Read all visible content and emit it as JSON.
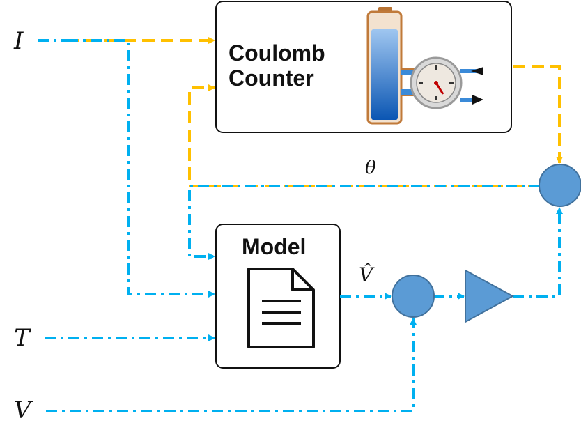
{
  "inputs": {
    "current": "I",
    "temperature": "T",
    "voltage": "V"
  },
  "blocks": {
    "coulomb_counter": {
      "line1": "Coulomb",
      "line2": "Counter"
    },
    "model": {
      "title": "Model"
    }
  },
  "signals": {
    "parameter": "θ",
    "estimated_voltage": "V̂"
  },
  "colors": {
    "orange_line": "#FFC000",
    "blue_line": "#00B0F0",
    "node_fill": "#5B9BD5",
    "node_stroke": "#41719C"
  },
  "icons": {
    "coulomb_counter_icon": "battery-with-gauge-icon",
    "model_icon": "document-icon"
  }
}
